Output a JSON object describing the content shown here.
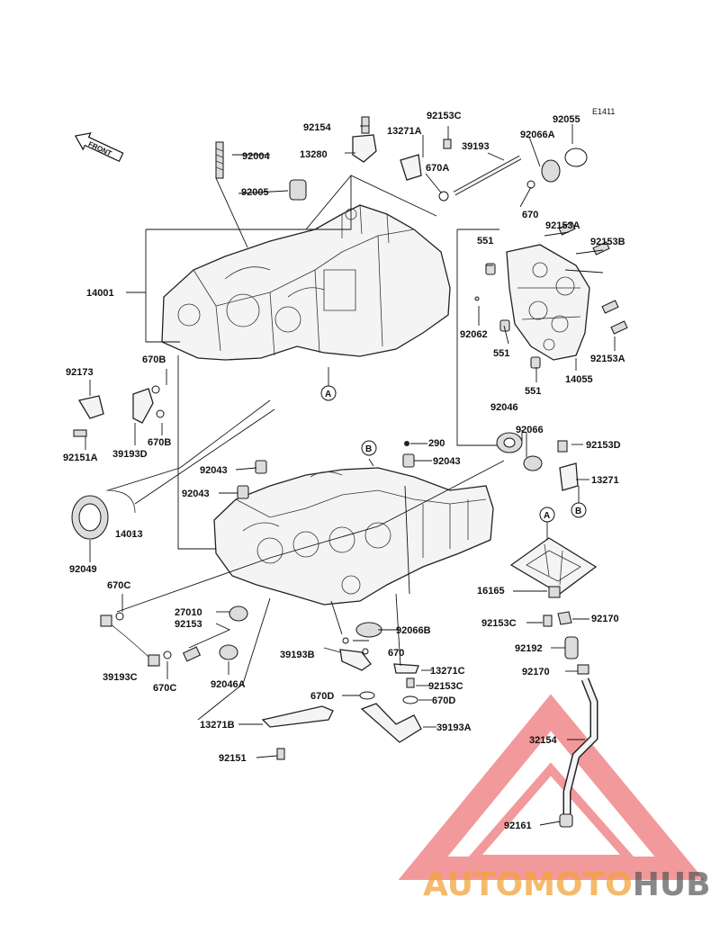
{
  "diagram": {
    "code": "E1411",
    "front_label": "FRONT",
    "ref_markers": [
      "A",
      "B"
    ],
    "parts": [
      "92154",
      "92153C",
      "92055",
      "13271A",
      "39193",
      "92066A",
      "13280",
      "92004",
      "670A",
      "92005",
      "670",
      "92153A",
      "92153B",
      "551",
      "14001",
      "92062",
      "551",
      "92153A",
      "551",
      "14055",
      "92173",
      "670B",
      "670B",
      "39193D",
      "92151A",
      "92046",
      "290",
      "92066",
      "92153D",
      "92043",
      "92043",
      "13271",
      "92043",
      "14013",
      "92049",
      "16165",
      "670C",
      "27010",
      "92153",
      "92153C",
      "92170",
      "39193B",
      "670",
      "92066B",
      "92192",
      "39193C",
      "670C",
      "92046A",
      "13271C",
      "92153C",
      "92170",
      "670D",
      "670D",
      "32154",
      "13271B",
      "39193A",
      "92151",
      "92161"
    ]
  },
  "watermark": {
    "part1": "AUTOMOTO",
    "part2": "HUB",
    "color1": "#f2a33a",
    "color2": "#555555",
    "triangle_color": "#e8474c"
  }
}
